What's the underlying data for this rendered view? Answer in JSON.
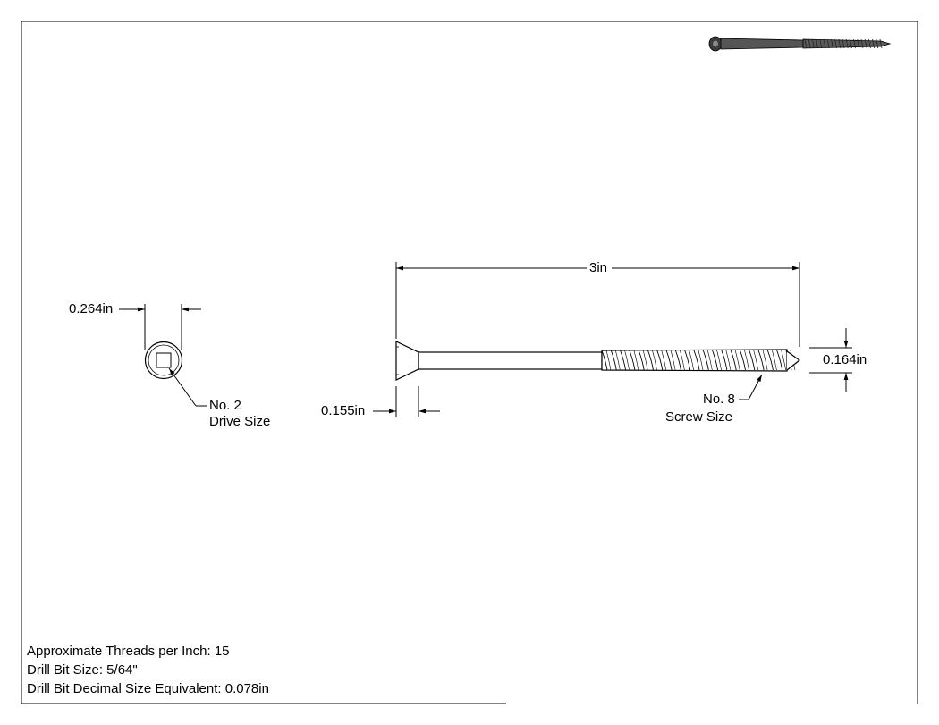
{
  "dimensions": {
    "head_diameter": "0.264in",
    "length": "3in",
    "head_height": "0.155in",
    "thread_diameter": "0.164in"
  },
  "callouts": {
    "drive_line1": "No. 2",
    "drive_line2": "Drive Size",
    "screw_line1": "No. 8",
    "screw_line2": "Screw Size"
  },
  "notes": {
    "threads": "Approximate Threads per Inch: 15",
    "drill_bit": "Drill Bit Size: 5/64\"",
    "drill_decimal": "Drill Bit Decimal Size Equivalent: 0.078in"
  },
  "colors": {
    "line": "#000000",
    "screw_fill": "#ffffff",
    "iso_fill": "#4a4a4a"
  }
}
